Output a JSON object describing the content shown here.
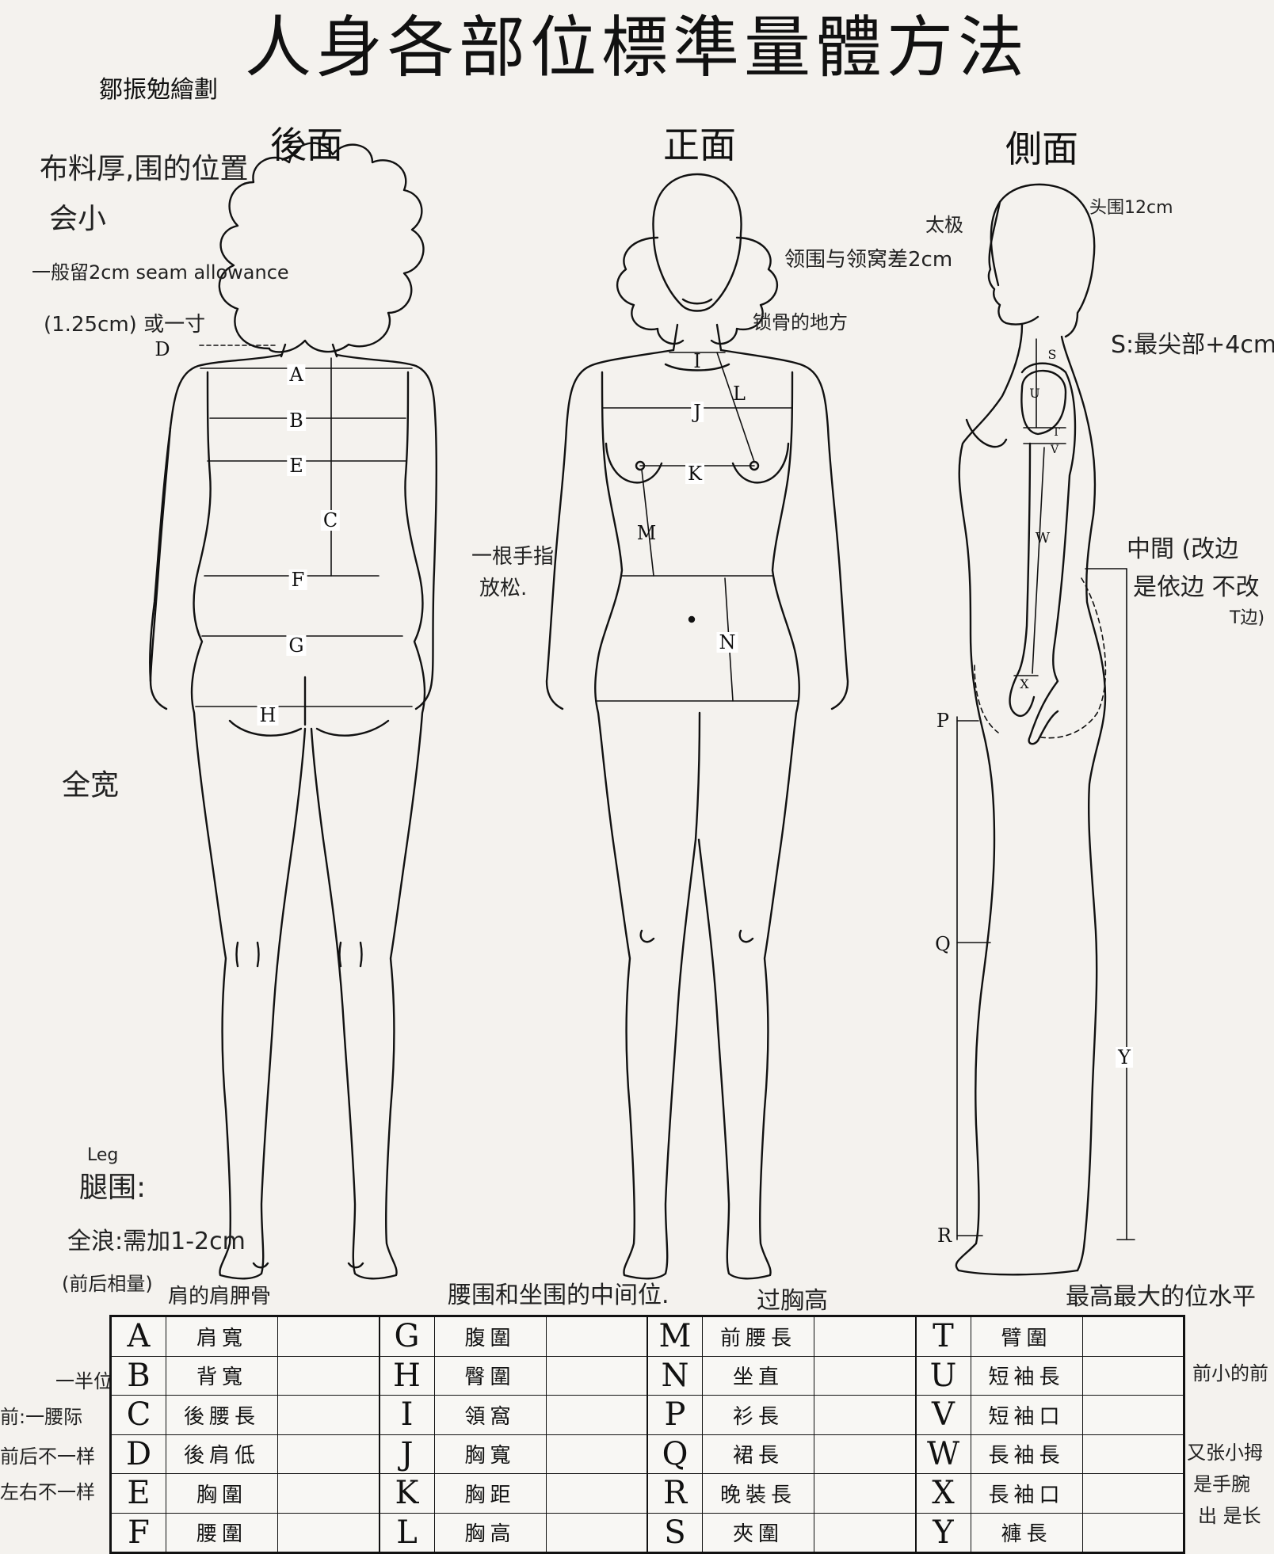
{
  "title": "人身各部位標準量體方法",
  "author": "鄒振勉繪劃",
  "views": {
    "back": "後面",
    "front": "正面",
    "side": "側面"
  },
  "labels": {
    "A": "A",
    "B": "B",
    "C": "C",
    "D": "D",
    "E": "E",
    "F": "F",
    "G": "G",
    "H": "H",
    "I": "I",
    "J": "J",
    "K": "K",
    "L": "L",
    "M": "M",
    "N": "N",
    "S": "S",
    "T": "T",
    "U": "U",
    "V": "V",
    "W": "W",
    "X": "X",
    "P": "P",
    "Q": "Q",
    "R": "R",
    "Y": "Y"
  },
  "notes": {
    "fabric": "布料厚,围的位置",
    "fabric2": "会小",
    "general": "一般留2cm seam allowance",
    "inch": "(1.25cm) 或一寸",
    "finger": "一根手指",
    "finger2": "放松.",
    "headcirc": "头围12cm",
    "taiji": "太极",
    "neck": "领围与领窝差2cm",
    "collarbone": "锁骨的地方",
    "s_note": "S:最尖部+4cm",
    "mid": "中間 (改边",
    "mid2": "是依边 不改",
    "mid3": "T边)",
    "qq": "全宽",
    "leg_en": "Leg",
    "leg": "腿围:",
    "full": "全浪:需加1-2cm",
    "front_back": "(前后相量)",
    "shoulder": "肩的肩胛骨",
    "waist_mid": "腰围和坐围的中间位.",
    "over_chest": "过胸高",
    "max_level": "最高最大的位水平",
    "front_small": "前小的前",
    "hand_note": "又张小拇",
    "hand_note2": "是手腕",
    "hand_note3": "出 是长",
    "half": "一半位",
    "front_to_waist": "前:一腰际",
    "front_back_diff": "前后不一样",
    "lr_diff": "左右不一样",
    "waterline": "水平",
    "waist_label": "腰围",
    "wan": "晚"
  },
  "table": {
    "columns": [
      [
        {
          "letter": "A",
          "name": "肩寬"
        },
        {
          "letter": "B",
          "name": "背寬"
        },
        {
          "letter": "C",
          "name": "後腰長"
        },
        {
          "letter": "D",
          "name": "後肩低"
        },
        {
          "letter": "E",
          "name": "胸圍"
        },
        {
          "letter": "F",
          "name": "腰圍"
        }
      ],
      [
        {
          "letter": "G",
          "name": "腹圍"
        },
        {
          "letter": "H",
          "name": "臀圍"
        },
        {
          "letter": "I",
          "name": "領窩"
        },
        {
          "letter": "J",
          "name": "胸寬"
        },
        {
          "letter": "K",
          "name": "胸距"
        },
        {
          "letter": "L",
          "name": "胸高"
        }
      ],
      [
        {
          "letter": "M",
          "name": "前腰長"
        },
        {
          "letter": "N",
          "name": "坐直"
        },
        {
          "letter": "P",
          "name": "衫長"
        },
        {
          "letter": "Q",
          "name": "裙長"
        },
        {
          "letter": "R",
          "name": "晚裝長"
        },
        {
          "letter": "S",
          "name": "夾圍"
        }
      ],
      [
        {
          "letter": "T",
          "name": "臂圍"
        },
        {
          "letter": "U",
          "name": "短袖長"
        },
        {
          "letter": "V",
          "name": "短袖口"
        },
        {
          "letter": "W",
          "name": "長袖長"
        },
        {
          "letter": "X",
          "name": "長袖口"
        },
        {
          "letter": "Y",
          "name": "褲長"
        }
      ]
    ]
  }
}
